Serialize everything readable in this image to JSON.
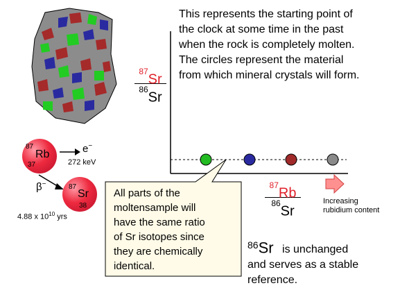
{
  "intro_text": [
    "This represents the starting point of",
    "the clock at some time in the past",
    "when the rock is completely molten.",
    "The circles represent the material",
    "from which mineral crystals will form."
  ],
  "y_axis_label": {
    "numerator": "Sr",
    "numerator_mass": "87",
    "denominator": "Sr",
    "denominator_mass": "86"
  },
  "x_axis_label": {
    "numerator": "Rb",
    "numerator_mass": "87",
    "denominator": "Sr",
    "denominator_mass": "86"
  },
  "plot_circles": [
    {
      "name": "green",
      "color": "#22bb22"
    },
    {
      "name": "blue",
      "color": "#2a2aa0"
    },
    {
      "name": "red",
      "color": "#a02a2a"
    },
    {
      "name": "gray",
      "color": "#8a8a8a"
    }
  ],
  "decay": {
    "parent_symbol": "Rb",
    "parent_mass": "87",
    "parent_z": "37",
    "electron": "e",
    "electron_charge": "−",
    "energy": "272 keV",
    "beta": "β",
    "beta_charge": "−",
    "daughter_symbol": "Sr",
    "daughter_mass": "87",
    "daughter_z": "38",
    "half_life_mantissa": "4.88 x 10",
    "half_life_exponent": "10",
    "half_life_unit": "yrs"
  },
  "callout_text": [
    "All parts of the",
    "moltensample will",
    "have the same ratio",
    "of Sr isotopes since",
    "they are chemically",
    "identical."
  ],
  "increasing_label": [
    "Increasing",
    "rubidium content"
  ],
  "unchanged": {
    "mass": "86",
    "symbol": "Sr",
    "line1": "is unchanged",
    "line2": "and serves as a stable",
    "line3": "reference."
  },
  "colors": {
    "red_accent": "#e0202a",
    "rock_gray": "#8c8c8c",
    "arrow_fill": "#ff9090"
  }
}
